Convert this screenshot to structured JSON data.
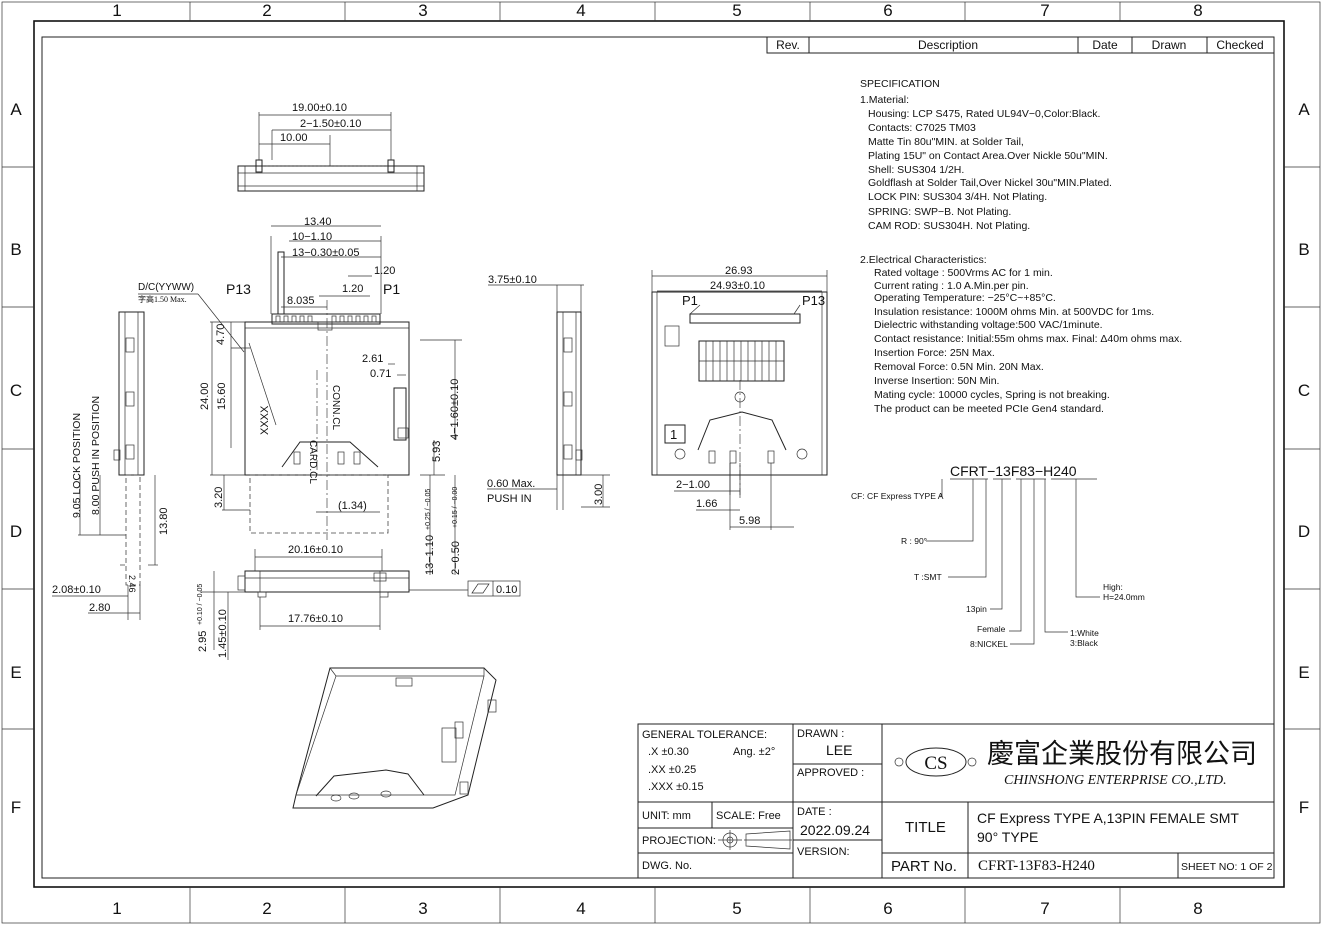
{
  "border": {
    "columns": [
      "1",
      "2",
      "3",
      "4",
      "5",
      "6",
      "7",
      "8"
    ],
    "rows": [
      "A",
      "B",
      "C",
      "D",
      "E",
      "F"
    ]
  },
  "revision_table": {
    "rev": "Rev.",
    "description": "Description",
    "date": "Date",
    "drawn": "Drawn",
    "checked": "Checked"
  },
  "specification": {
    "heading": "SPECIFICATION",
    "material_title": "1.Material:",
    "material": [
      "Housing:  LCP  S475,  Rated  UL94V−0,Color:Black.",
      "Contacts:  C7025  TM03",
      "Matte  Tin  80u\"MIN.  at  Solder  Tail,",
      "Plating  15U\"  on  Contact  Area.Over  Nickle  50u\"MIN.",
      "Shell:  SUS304  1/2H.",
      "Goldflash  at  Solder  Tail,Over  Nickel  30u\"MIN.Plated.",
      "LOCK  PIN:  SUS304  3/4H.  Not  Plating.",
      "SPRING:  SWP−B.  Not  Plating.",
      "CAM  ROD:  SUS304H.  Not  Plating."
    ],
    "electrical_title": "2.Electrical  Characteristics:",
    "electrical": [
      "Rated  voltage  :  500Vrms  AC  for  1  min.",
      "Current  rating  :  1.0  A.Min.per  pin.",
      "Operating  Temperature:  −25°C~+85°C.",
      "Insulation  resistance:  1000M  ohms  Min.  at  500VDC  for  1ms.",
      "Dielectric  withstanding  voltage:500  VAC/1minute.",
      "Contact  resistance:  Initial:55m  ohms  max.  Final:  Δ40m  ohms  max.",
      "Insertion  Force:  25N  Max.",
      "Removal  Force:  0.5N  Min.  20N  Max.",
      "Inverse  Insertion:  50N  Min.",
      "Mating  cycle:  10000  cycles,  Spring  is  not  breaking.",
      "The  product  can  be  meeted  PCIe  Gen4  standard."
    ]
  },
  "part_code": {
    "code": "CFRT−13F83−H240",
    "cf": "CF:  CF Express  TYPE  A",
    "r": "R  :  90°",
    "t": "T  :SMT",
    "pin": "13pin",
    "female": "Female",
    "nickel": "8:NICKEL",
    "color1": "1:White",
    "color2": "3:Black",
    "high1": "High:",
    "high2": "H=24.0mm"
  },
  "dims_top": {
    "d1": "19.00±0.10",
    "d2": "2−1.50±0.10",
    "d3": "10.00"
  },
  "dims_front": {
    "d_1340": "13.40",
    "d_10110": "10−1.10",
    "d_13030": "13−0.30±0.05",
    "d_120a": "1.20",
    "d_120b": "1.20",
    "d_8035": "8.035",
    "p13": "P13",
    "p1": "P1",
    "dc": "D/C(YYWW)",
    "dc_note": "字高1.50 Max.",
    "d_470": "4.70",
    "d_2400": "24.00",
    "d_1560": "15.60",
    "d_320": "3.20",
    "xxxx": "XXXX",
    "card_cl": "CARD.CL",
    "conn_cl": "CONN.CL",
    "d_261": "2.61",
    "d_071": "0.71",
    "d_4160": "4−1.60±0.10",
    "d_593": "5.93",
    "d_134": "(1.34)",
    "d_13110": "13−1.10",
    "tol_110": "+0.25 / −0.05",
    "d_2050": "2−0.50",
    "tol_050": "+0.15 / −0.00"
  },
  "dims_side": {
    "lock": "9.05  LOCK  POSITION",
    "push": "8.00  PUSH  IN  POSITION",
    "d_1380": "13.80",
    "d_246": "2.46",
    "d_208": "2.08±0.10",
    "d_280": "2.80"
  },
  "dims_bottom": {
    "d_2016": "20.16±0.10",
    "d_1776": "17.76±0.10",
    "d_295": "2.95",
    "tol_295": "+0.10 / −0.05",
    "d_145": "1.45±0.10",
    "flat": "0.10"
  },
  "dims_right_side": {
    "d_375": "3.75±0.10",
    "push_max": "0.60  Max.",
    "push_in": "PUSH  IN",
    "d_300": "3.00"
  },
  "dims_rear": {
    "d_2693": "26.93",
    "d_2493": "24.93±0.10",
    "p1": "P1",
    "p13": "P13",
    "d_2100": "2−1.00",
    "d_166": "1.66",
    "d_598": "5.98",
    "mark": "1"
  },
  "title_block": {
    "tol_title": "GENERAL TOLERANCE:",
    "tol_x": ".X  ±0.30",
    "tol_ang": "Ang.  ±2°",
    "tol_xx": ".XX ±0.25",
    "tol_xxx": ".XXX ±0.15",
    "drawn_label": "DRAWN :",
    "drawn": "LEE",
    "approved_label": "APPROVED :",
    "date_label": "DATE :",
    "date": "2022.09.24",
    "version_label": "VERSION:",
    "unit": "UNIT:  mm",
    "scale": "SCALE:  Free",
    "projection": "PROJECTION:",
    "dwg_no": "DWG. No.",
    "company_cn": "慶富企業股份有限公司",
    "company_en": "CHINSHONG ENTERPRISE CO.,LTD.",
    "logo": "CS",
    "title_label": "TITLE",
    "title": "CF Express  TYPE  A,13PIN FEMALE SMT",
    "title2": "90° TYPE",
    "part_label": "PART No.",
    "part_no": "CFRT-13F83-H240",
    "sheet": "SHEET  NO:  1 OF 2"
  }
}
